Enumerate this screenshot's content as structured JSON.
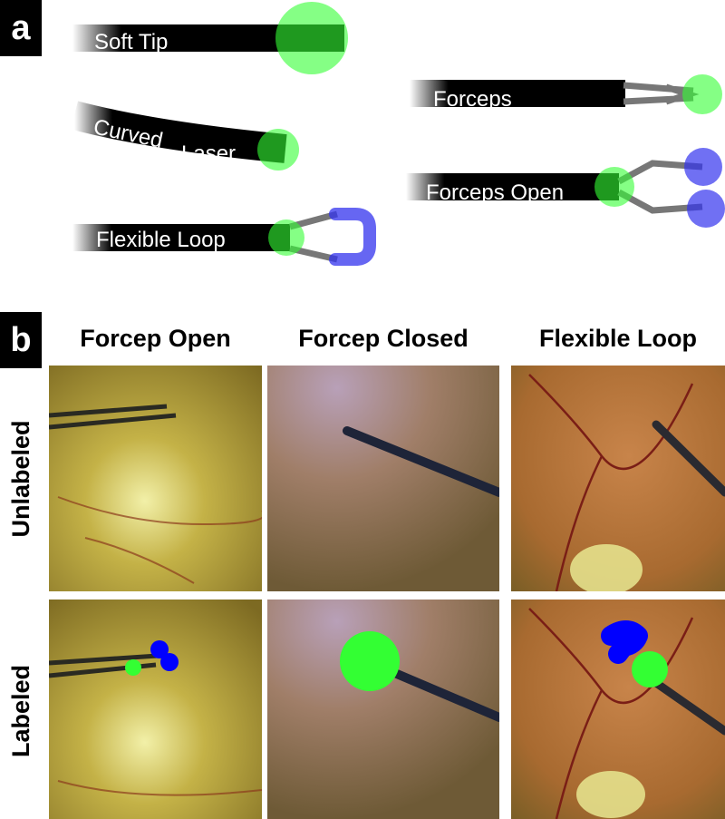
{
  "panel_a": {
    "letter": "a",
    "tools": {
      "soft_tip": "Soft Tip",
      "curved_laser_word1": "Curved",
      "curved_laser_word2": "Laser",
      "flexible_loop": "Flexible Loop",
      "forceps": "Forceps",
      "forceps_open": "Forceps Open"
    }
  },
  "panel_b": {
    "letter": "b",
    "columns": [
      "Forcep Open",
      "Forcep Closed",
      "Flexible Loop"
    ],
    "rows": [
      "Unlabeled",
      "Labeled"
    ]
  },
  "colors": {
    "tip_marker": "#33ff33",
    "jaw_marker": "#0000ff",
    "shaft": "#000000",
    "shaft_fade": "#ffffff"
  }
}
